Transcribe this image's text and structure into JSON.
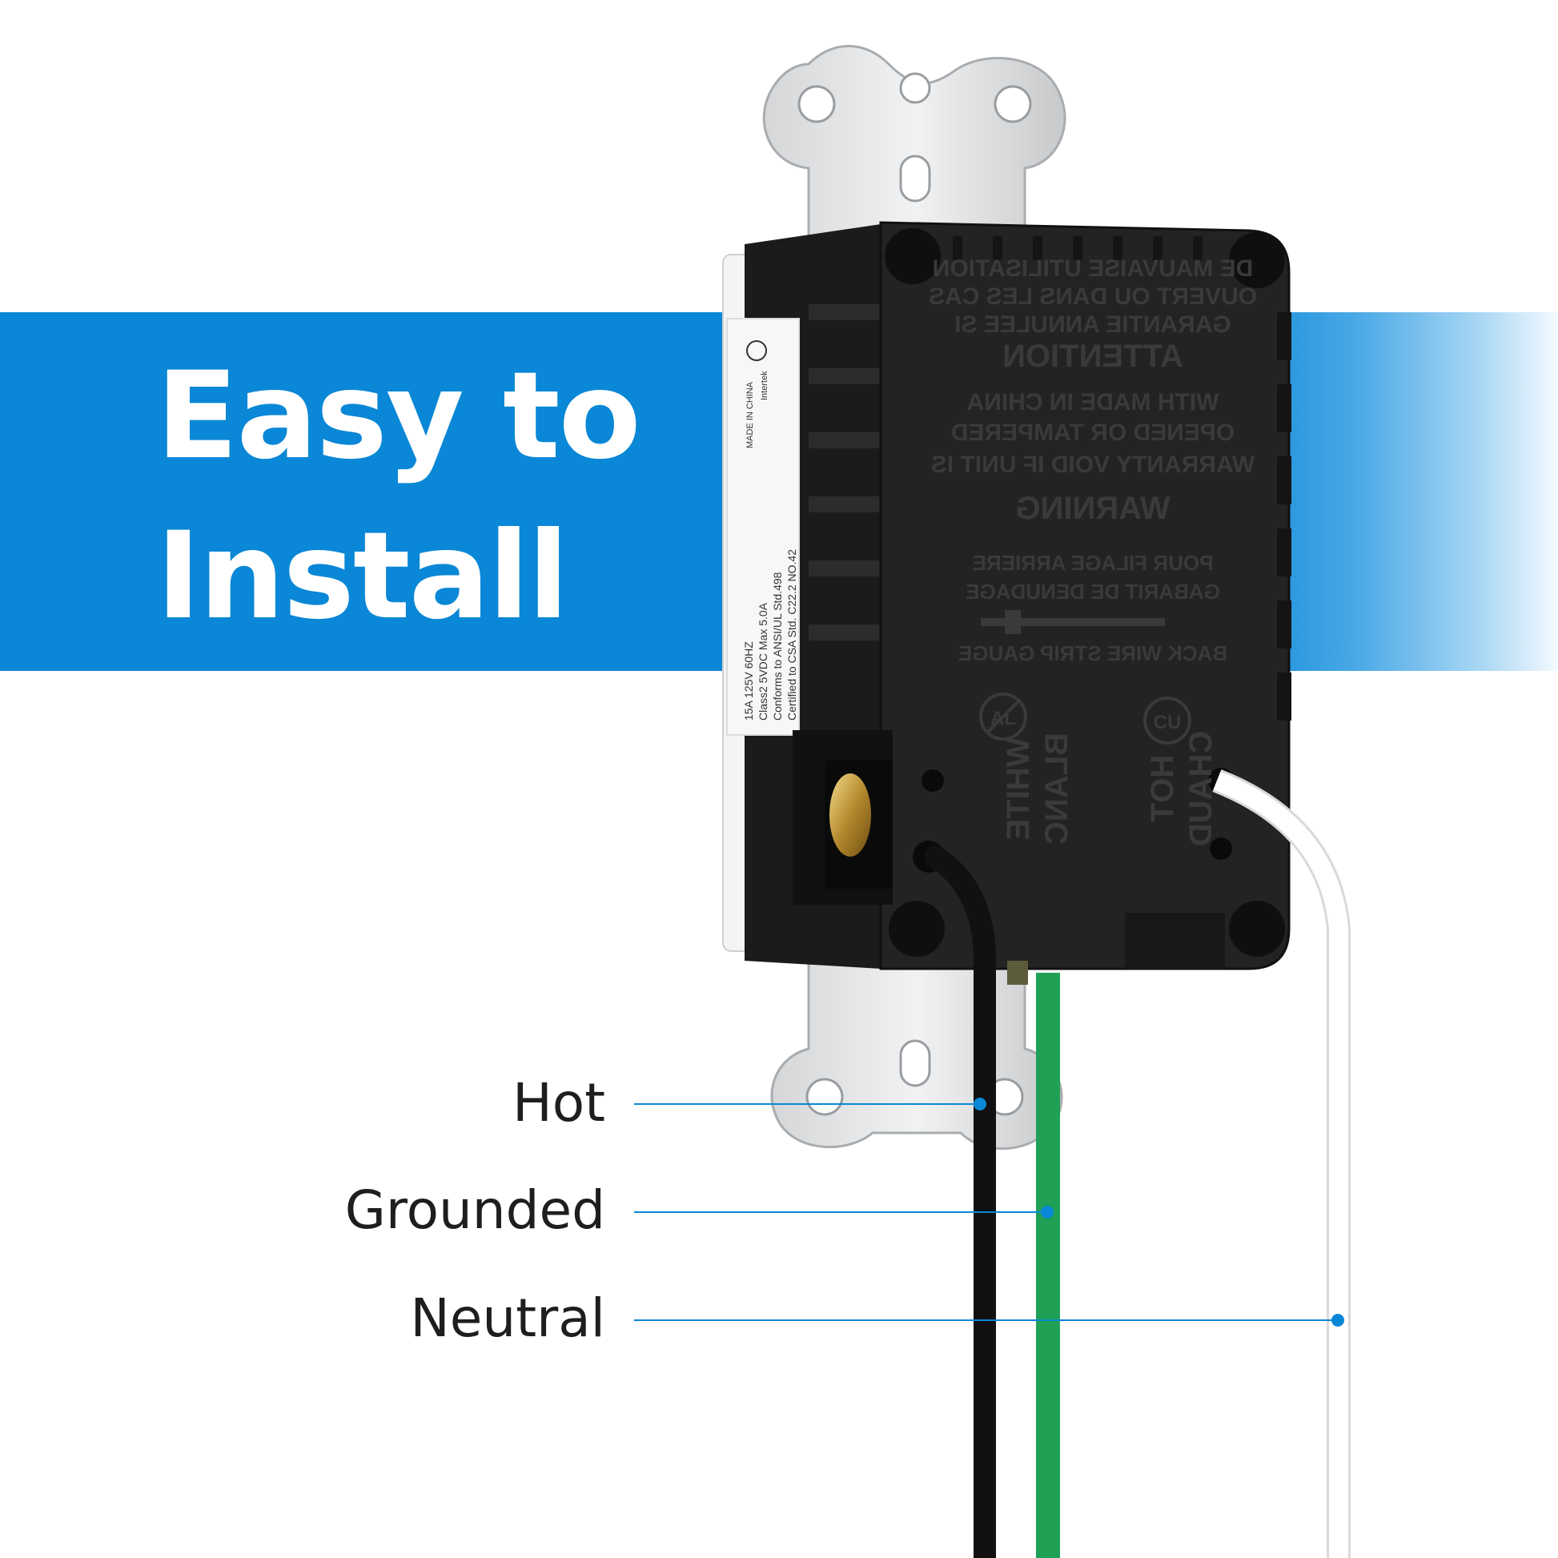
{
  "headline": {
    "line1": "Easy to",
    "line2": "Install"
  },
  "colors": {
    "accent": "#0a87d6",
    "hot_wire": "#1a1a1a",
    "ground_wire": "#1fa055",
    "neutral_wire": "#ffffff"
  },
  "wire_labels": [
    {
      "name": "hot",
      "label": "Hot"
    },
    {
      "name": "grounded",
      "label": "Grounded"
    },
    {
      "name": "neutral",
      "label": "Neutral"
    }
  ],
  "device": {
    "warning_block": {
      "fr_gauge": "GABARIT DE DENUDAGE",
      "fr_gauge2": "POUR FILAGE ARRIERE",
      "warning_title": "WARNING",
      "warning_line1": "WARRANTY VOID IF UNIT IS",
      "warning_line2": "OPENED OR TAMPERED",
      "warning_line3": "WITH MADE IN CHINA",
      "attention_title": "ATTENTION",
      "attention_line1": "GARANTIE ANNULEE SI",
      "attention_line2": "OUVERT OU DANS LES CAS",
      "attention_line3": "DE MAUVAISE UTILISATION",
      "gauge": "BACK WIRE STRIP GAUGE"
    },
    "terminals": {
      "hot_en": "HOT",
      "hot_fr": "CHAUD",
      "white_en": "WHITE",
      "white_fr": "BLANC",
      "cu": "CU",
      "al": "AL"
    },
    "side_label": {
      "line1": "15A 125V 60HZ",
      "line2": "Class2 5VDC Max 5.0A",
      "line3": "Conforms to ANSI/UL Std.498",
      "line4": "Certified to CSA Std. C22.2 NO.42",
      "made_in": "MADE IN CHINA",
      "cert": "Intertek"
    }
  }
}
